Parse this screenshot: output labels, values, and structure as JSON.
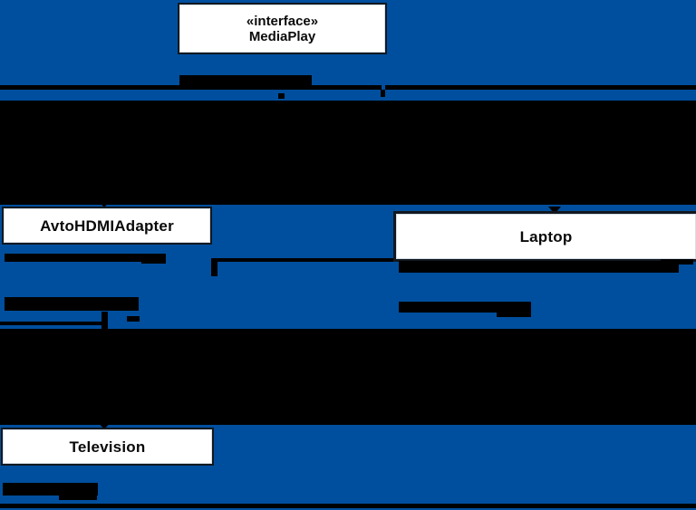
{
  "diagram": {
    "type": "uml-class-diagram",
    "background_color": "#004F9E",
    "line_color": "#000000",
    "box_fill_color": "#FFFFFF",
    "box_border_color": "#12181F",
    "interface_box": {
      "stereotype": "«interface»",
      "name": "MediaPlay"
    },
    "classes": [
      {
        "name": "AvtoHDMIAdapter"
      },
      {
        "name": "Laptop"
      },
      {
        "name": "Television"
      }
    ],
    "notes": {
      "redactions": "attribute/operation compartments and connector labels are covered by solid black bars and two full-width black bands"
    }
  }
}
